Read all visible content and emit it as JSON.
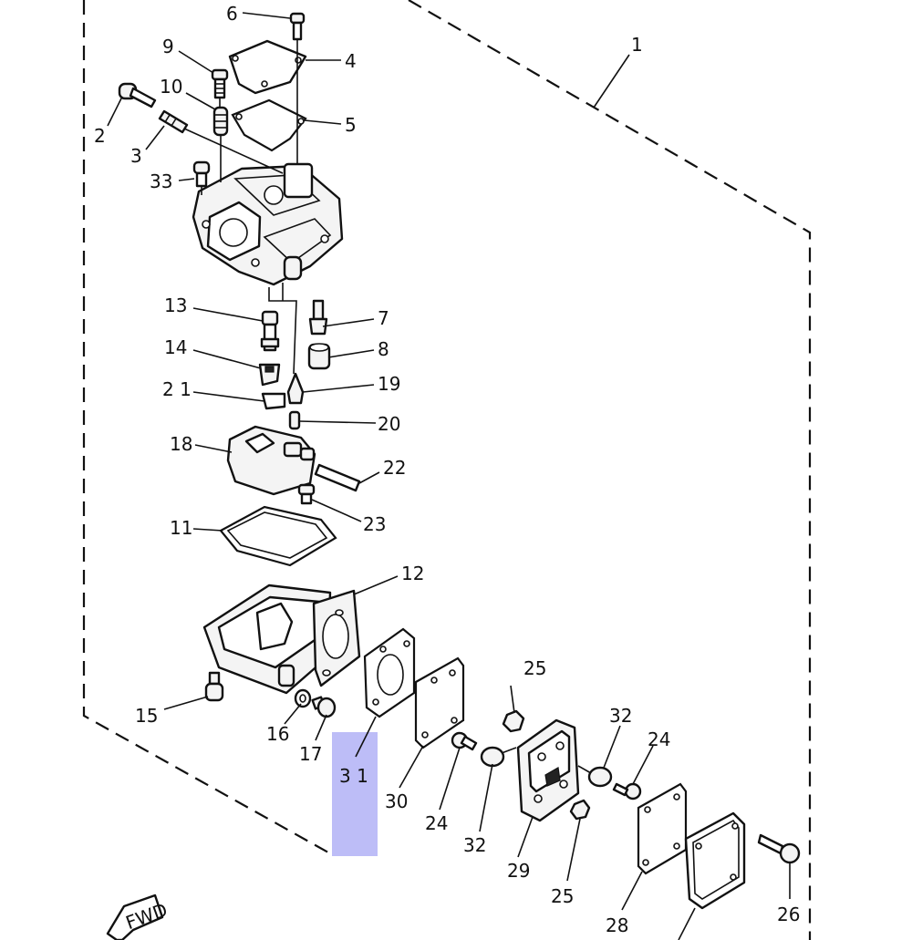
{
  "diagram": {
    "highlight_color": "#b9b9f7",
    "fwd_mark": "FWD",
    "callouts": {
      "c1": "1",
      "c2": "2",
      "c3": "3",
      "c4": "4",
      "c5": "5",
      "c6": "6",
      "c7": "7",
      "c8": "8",
      "c9": "9",
      "c10": "10",
      "c11": "11",
      "c12": "12",
      "c13": "13",
      "c14": "14",
      "c15": "15",
      "c16": "16",
      "c17": "17",
      "c18": "18",
      "c19": "19",
      "c20": "20",
      "c21": "2 1",
      "c22": "22",
      "c23": "23",
      "c24a": "24",
      "c24b": "24",
      "c25a": "25",
      "c25b": "25",
      "c26": "26",
      "c28": "28",
      "c29": "29",
      "c30": "30",
      "c31": "3 1",
      "c32a": "32",
      "c32b": "32",
      "c33": "33"
    }
  }
}
